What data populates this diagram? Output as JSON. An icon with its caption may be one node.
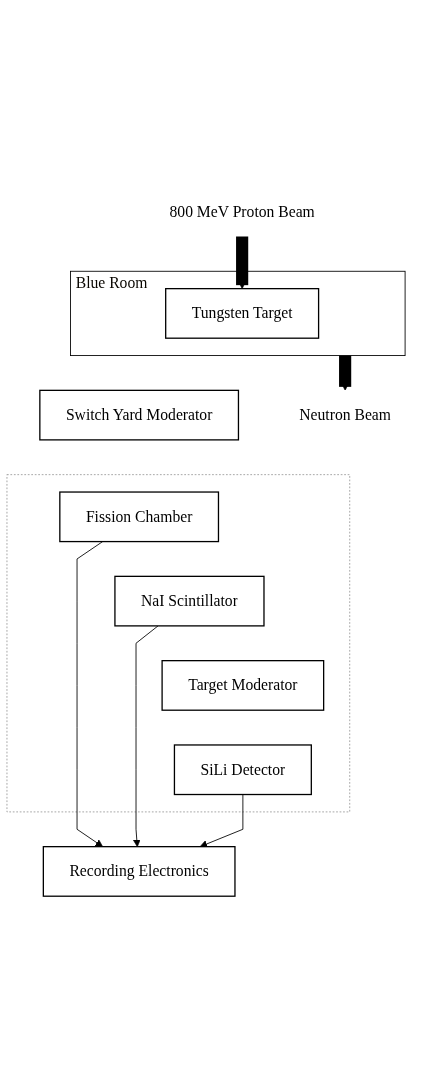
{
  "diagram": {
    "nodes": [
      {
        "text": [
          "800 MeV Proton Beam"
        ]
      },
      {
        "text": [
          "Blue Room"
        ]
      },
      {
        "text": [
          "Tungsten Target"
        ],
        "in": 1
      },
      {
        "text": [
          "Switch Yard Moderator"
        ]
      },
      {
        "text": [],
        "shape": "box"
      },
      {
        "text": [
          "Fission Chamber"
        ],
        "in": 4
      },
      {
        "text": [
          "NaI Scintillator"
        ],
        "in": 4
      },
      {
        "text": [
          "Target Moderator"
        ],
        "in": 4
      },
      {
        "text": [
          "SiLi Detector"
        ],
        "in": 4
      },
      {
        "text": [
          "Recording Electronics"
        ]
      },
      {
        "text": [
          "Neutron Beam"
        ]
      }
    ],
    "edges": [
      {
        "from": 0,
        "to": 2,
        "arrow": "to",
        "style": "thick"
      },
      {
        "from": 1,
        "to": 10,
        "arrow": "to",
        "style": "thick"
      },
      {
        "from": 5,
        "to": 9,
        "arrow": "to"
      },
      {
        "from": 6,
        "to": 9,
        "arrow": "to"
      },
      {
        "from": 8,
        "to": 9,
        "arrow": "to"
      }
    ]
  }
}
